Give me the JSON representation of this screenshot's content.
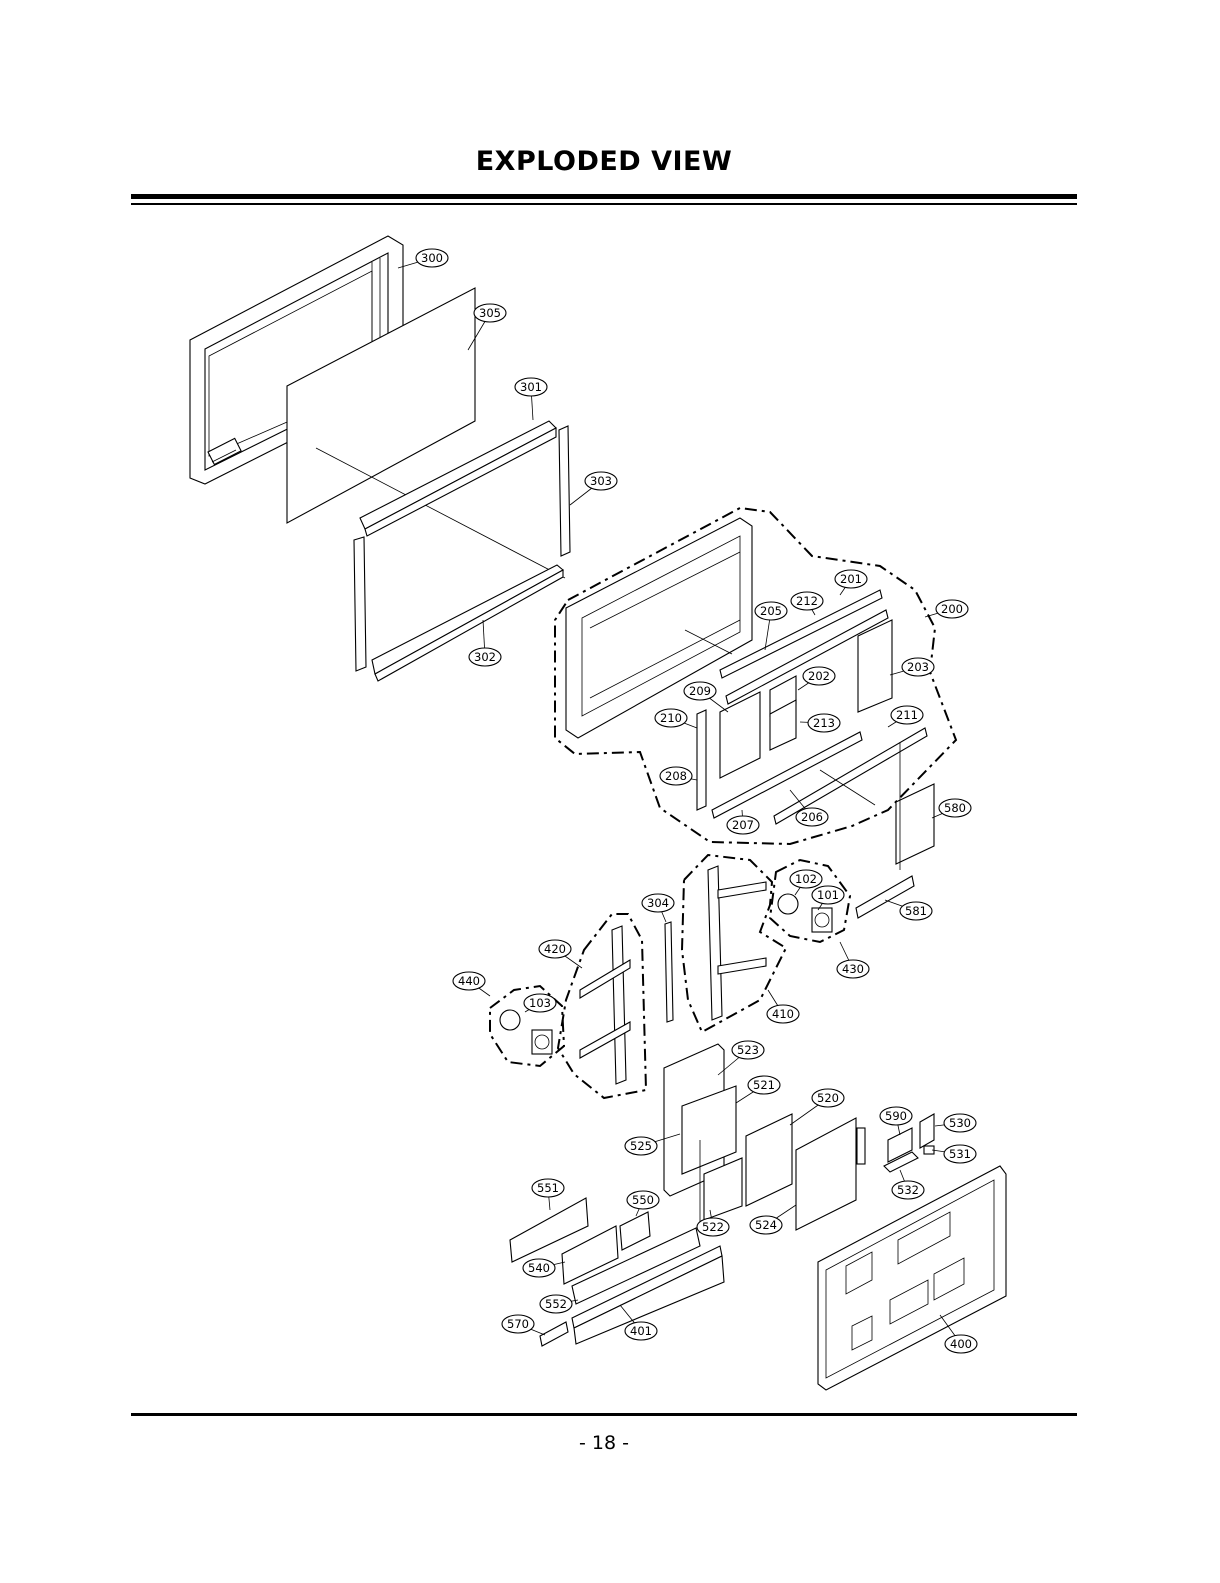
{
  "header": {
    "title": "EXPLODED VIEW"
  },
  "footer": {
    "page_number": "- 18 -"
  },
  "callouts": [
    {
      "id": "c300",
      "label": "300"
    },
    {
      "id": "c305",
      "label": "305"
    },
    {
      "id": "c301",
      "label": "301"
    },
    {
      "id": "c303",
      "label": "303"
    },
    {
      "id": "c302",
      "label": "302"
    },
    {
      "id": "c201",
      "label": "201"
    },
    {
      "id": "c212",
      "label": "212"
    },
    {
      "id": "c205",
      "label": "205"
    },
    {
      "id": "c200",
      "label": "200"
    },
    {
      "id": "c203",
      "label": "203"
    },
    {
      "id": "c202",
      "label": "202"
    },
    {
      "id": "c209",
      "label": "209"
    },
    {
      "id": "c213",
      "label": "213"
    },
    {
      "id": "c210",
      "label": "210"
    },
    {
      "id": "c211",
      "label": "211"
    },
    {
      "id": "c208",
      "label": "208"
    },
    {
      "id": "c580",
      "label": "580"
    },
    {
      "id": "c207",
      "label": "207"
    },
    {
      "id": "c206",
      "label": "206"
    },
    {
      "id": "c102",
      "label": "102"
    },
    {
      "id": "c101",
      "label": "101"
    },
    {
      "id": "c304",
      "label": "304"
    },
    {
      "id": "c581",
      "label": "581"
    },
    {
      "id": "c420",
      "label": "420"
    },
    {
      "id": "c430",
      "label": "430"
    },
    {
      "id": "c440",
      "label": "440"
    },
    {
      "id": "c103",
      "label": "103"
    },
    {
      "id": "c410",
      "label": "410"
    },
    {
      "id": "c523",
      "label": "523"
    },
    {
      "id": "c521",
      "label": "521"
    },
    {
      "id": "c520",
      "label": "520"
    },
    {
      "id": "c590",
      "label": "590"
    },
    {
      "id": "c530",
      "label": "530"
    },
    {
      "id": "c525",
      "label": "525"
    },
    {
      "id": "c531",
      "label": "531"
    },
    {
      "id": "c551",
      "label": "551"
    },
    {
      "id": "c532",
      "label": "532"
    },
    {
      "id": "c550",
      "label": "550"
    },
    {
      "id": "c522",
      "label": "522"
    },
    {
      "id": "c524",
      "label": "524"
    },
    {
      "id": "c540",
      "label": "540"
    },
    {
      "id": "c552",
      "label": "552"
    },
    {
      "id": "c570",
      "label": "570"
    },
    {
      "id": "c401",
      "label": "401"
    },
    {
      "id": "c400",
      "label": "400"
    }
  ]
}
